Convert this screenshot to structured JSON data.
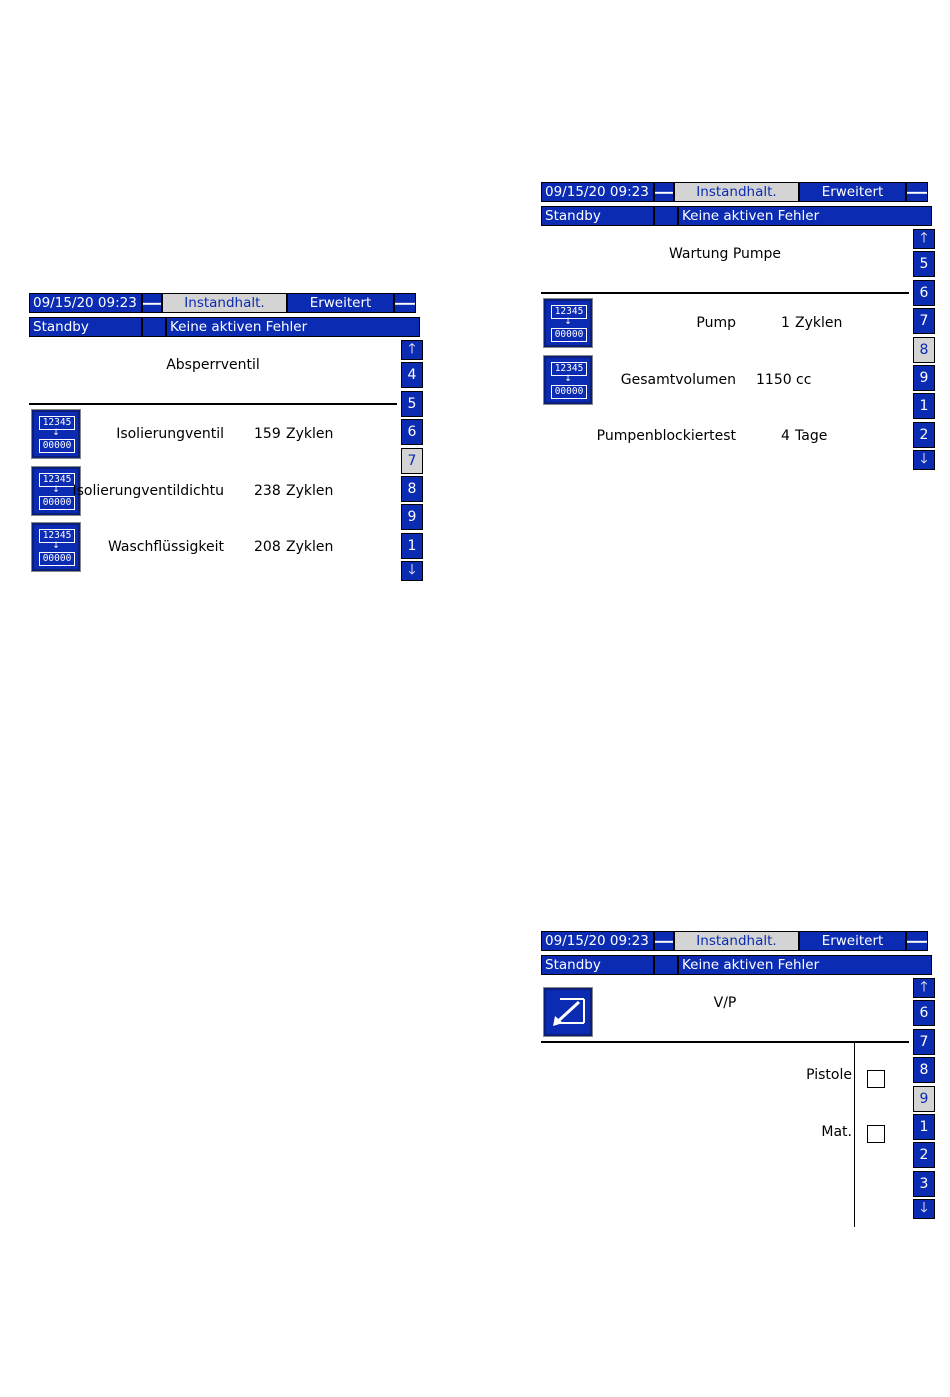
{
  "header": {
    "datetime": "09/15/20 09:23",
    "tab_active": "Instandhalt.",
    "tab_next": "Erweitert",
    "status": "Standby",
    "errors": "Keine aktiven Fehler",
    "arrow_left": "🡐",
    "arrow_right": "🡒"
  },
  "screen1": {
    "title": "Absperrventil",
    "nav": [
      "🡑",
      "4",
      "5",
      "6",
      "7",
      "8",
      "9",
      "1",
      "🡓"
    ],
    "nav_selected": "7",
    "rows": [
      {
        "label": "Isolierungventil",
        "value": "159",
        "unit": "Zyklen"
      },
      {
        "label": "Isolierungventildichtu",
        "value": "238",
        "unit": "Zyklen"
      },
      {
        "label": "Waschflüssigkeit",
        "value": "208",
        "unit": "Zyklen"
      }
    ]
  },
  "screen2": {
    "title": "Wartung Pumpe",
    "nav": [
      "🡑",
      "5",
      "6",
      "7",
      "8",
      "9",
      "1",
      "2",
      "🡓"
    ],
    "nav_selected": "8",
    "rows": [
      {
        "label": "Pump",
        "value": "1",
        "unit": "Zyklen"
      },
      {
        "label": "Gesamtvolumen",
        "value": "1150",
        "unit": "cc"
      },
      {
        "label": "Pumpenblockiertest",
        "value": "4",
        "unit": "Tage"
      }
    ]
  },
  "screen3": {
    "title": "V/P",
    "nav": [
      "🡑",
      "6",
      "7",
      "8",
      "9",
      "1",
      "2",
      "3",
      "🡓"
    ],
    "nav_selected": "9",
    "checks": [
      {
        "label": "Pistole",
        "checked": false
      },
      {
        "label": "Mat.",
        "checked": false
      }
    ]
  },
  "icons": {
    "counter_reset_top": "12345",
    "counter_reset_arrow": "↓",
    "counter_reset_bottom": "00000",
    "edit_icon": "edit-icon"
  },
  "colors": {
    "accent": "#0a2bb2",
    "selected": "#d4d4d4"
  }
}
